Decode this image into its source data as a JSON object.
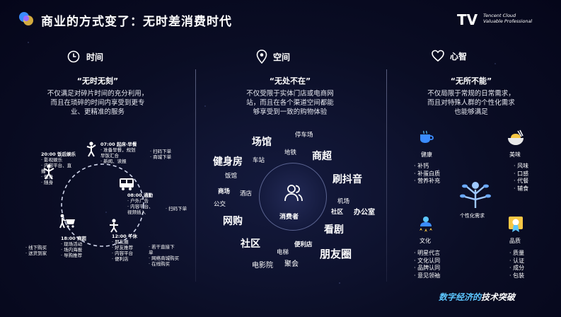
{
  "header": {
    "title": "商业的方式变了：无时差消费时代",
    "brand_mark": "TVP",
    "brand_line1": "Tencent Cloud",
    "brand_line2": "Valuable Professional"
  },
  "time": {
    "heading": "时间",
    "quote": "“无时无刻”",
    "desc_1": "不仅满足对碎片时间的充分利用，",
    "desc_2": "而且在琐碎的时间内享受到更专",
    "desc_3": "业、更精准的服务",
    "nodes": [
      {
        "hdr": "07:00 起床·早餐",
        "lines": [
          "· 准备早餐，规划",
          "  早饭汇合",
          "· 新闻、读报"
        ]
      },
      {
        "hdr": "08:00 通勤",
        "lines": [
          "· 户外广告",
          "· 内容平台、",
          "  视频插入"
        ]
      },
      {
        "hdr": "12:00 午休",
        "lines": [
          "· 朋友圈",
          "· 好友推荐",
          "· 内容平台",
          "· 便利店"
        ]
      },
      {
        "hdr": "18:00 商超",
        "lines": [
          "· 现场活动",
          "· 场内海报",
          "· 导购推荐"
        ]
      },
      {
        "hdr": "20:00 饭后娱乐",
        "lines": [
          "· 影视娱乐",
          "· 内容平台、直",
          "  播",
          "· 健身",
          "· 随身"
        ]
      }
    ],
    "sides": {
      "a": [
        "· 扫码下单",
        "· 商城下单"
      ],
      "b": [
        "· 扫码下单"
      ],
      "c": [
        "· 若干直接下",
        "  单",
        "· 网络商城购买",
        "· 在线购买"
      ],
      "d": [
        "· 线下购买",
        "· 送货到家"
      ]
    }
  },
  "space": {
    "heading": "空间",
    "quote": "“无处不在”",
    "desc_1": "不仅受限于实体门店或电商网",
    "desc_2": "站，而且在各个渠道空间都能",
    "desc_3": "够享受到一致的购物体验",
    "center_label": "消费者",
    "keywords": {
      "changguan": "场馆",
      "tingchechang": "停车场",
      "ditie": "地铁",
      "shangchao": "商超",
      "jianshenfang": "健身房",
      "chezhan": "车站",
      "fanguan": "饭馆",
      "shuadouyin": "刷抖音",
      "shangchang": "商场",
      "jiudian": "酒店",
      "jichang": "机场",
      "gongjiao": "公交",
      "shequ_small": "社区",
      "bangongshi": "办公室",
      "wanggou": "网购",
      "kanju": "看剧",
      "shequ": "社区",
      "bianlidian": "便利店",
      "dianti": "电梯",
      "pengyouquan": "朋友圈",
      "dianyingyuan": "电影院",
      "juhui": "聚会"
    }
  },
  "mind": {
    "heading": "心智",
    "quote": "“无所不能”",
    "desc_1": "不仅局限于常规的日常需求，",
    "desc_2": "而且对特殊人群的个性化需求",
    "desc_3": "也能够满足",
    "health": {
      "label": "健康",
      "items": [
        "· 补钙",
        "· 补蛋白质",
        "· 营养补充"
      ]
    },
    "taste": {
      "label": "美味",
      "items": [
        "· 风味",
        "· 口感",
        "· 代餐",
        "· 辅食"
      ]
    },
    "center": "个性化需求",
    "culture": {
      "label": "文化",
      "items": [
        "· 明星代言",
        "· 文化认同",
        "· 品牌认同",
        "· 意见领袖"
      ]
    },
    "quality": {
      "label": "品质",
      "items": [
        "· 质量",
        "· 认证",
        "· 成分",
        "· 包装"
      ]
    }
  },
  "footer": {
    "prefix": "数字经济的",
    "suffix": "技术突破"
  },
  "colors": {
    "background": "#0a0d24",
    "accent": "#5cc6ff",
    "icon_blue": "#3b8cff",
    "icon_yellow": "#f7c744"
  }
}
